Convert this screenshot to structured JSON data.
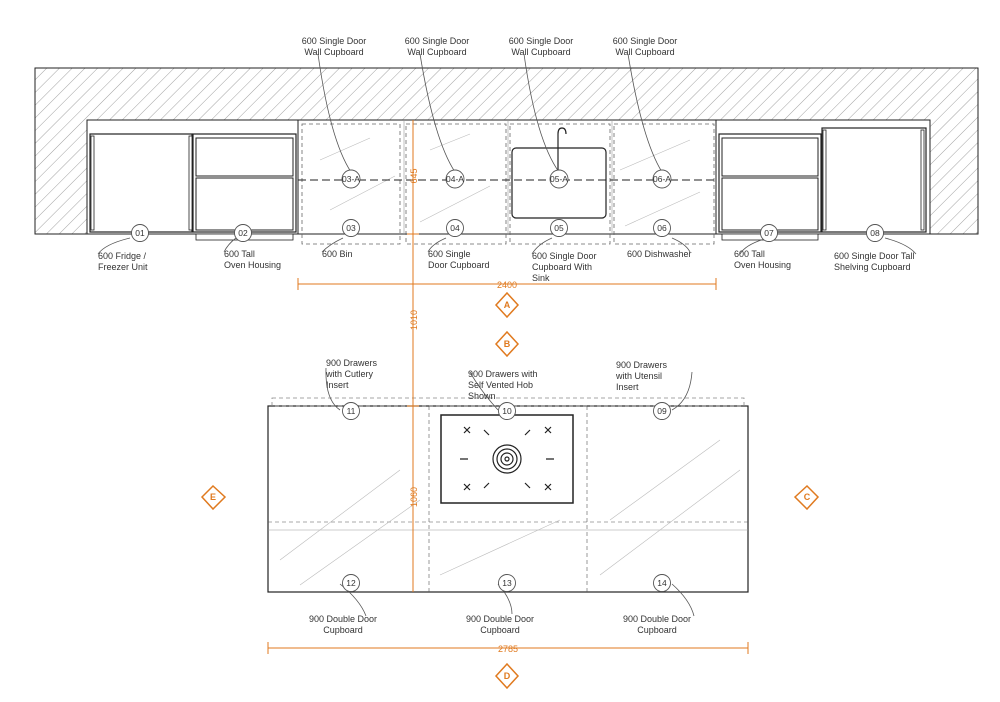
{
  "colors": {
    "line": "#222222",
    "dimension": "#e07a1f",
    "leader": "#555555",
    "dashed": "#333333"
  },
  "wall_labels": [
    {
      "id": "03-A",
      "label": "600 Single Door Wall Cupboard"
    },
    {
      "id": "04-A",
      "label": "600 Single Door Wall Cupboard"
    },
    {
      "id": "05-A",
      "label": "600 Single Door Wall Cupboard"
    },
    {
      "id": "06-A",
      "label": "600 Single Door Wall Cupboard"
    }
  ],
  "base_units": [
    {
      "id": "01",
      "label": "600 Fridge / Freezer Unit"
    },
    {
      "id": "02",
      "label": "600 Tall Oven Housing"
    },
    {
      "id": "03",
      "label": "600 Bin"
    },
    {
      "id": "04",
      "label": "600 Single Door Cupboard"
    },
    {
      "id": "05",
      "label": "600 Single Door Cupboard With Sink"
    },
    {
      "id": "06",
      "label": "600 Dishwasher"
    },
    {
      "id": "07",
      "label": "600 Tall Oven Housing"
    },
    {
      "id": "08",
      "label": "600 Single Door Tall Shelving Cupboard"
    }
  ],
  "island_top": [
    {
      "id": "11",
      "label": "900 Drawers with Cutlery Insert"
    },
    {
      "id": "10",
      "label": "900 Drawers with Self Vented Hob Shown"
    },
    {
      "id": "09",
      "label": "900 Drawers with Utensil Insert"
    }
  ],
  "island_bottom": [
    {
      "id": "12",
      "label": "900 Double Door Cupboard"
    },
    {
      "id": "13",
      "label": "900 Double Door Cupboard"
    },
    {
      "id": "14",
      "label": "900 Double Door Cupboard"
    }
  ],
  "dimensions": {
    "run_width": "2400",
    "worktop_depth": "645",
    "aisle": "1010",
    "island_depth": "1060",
    "island_width": "2785"
  },
  "views": [
    "A",
    "B",
    "C",
    "D",
    "E"
  ]
}
